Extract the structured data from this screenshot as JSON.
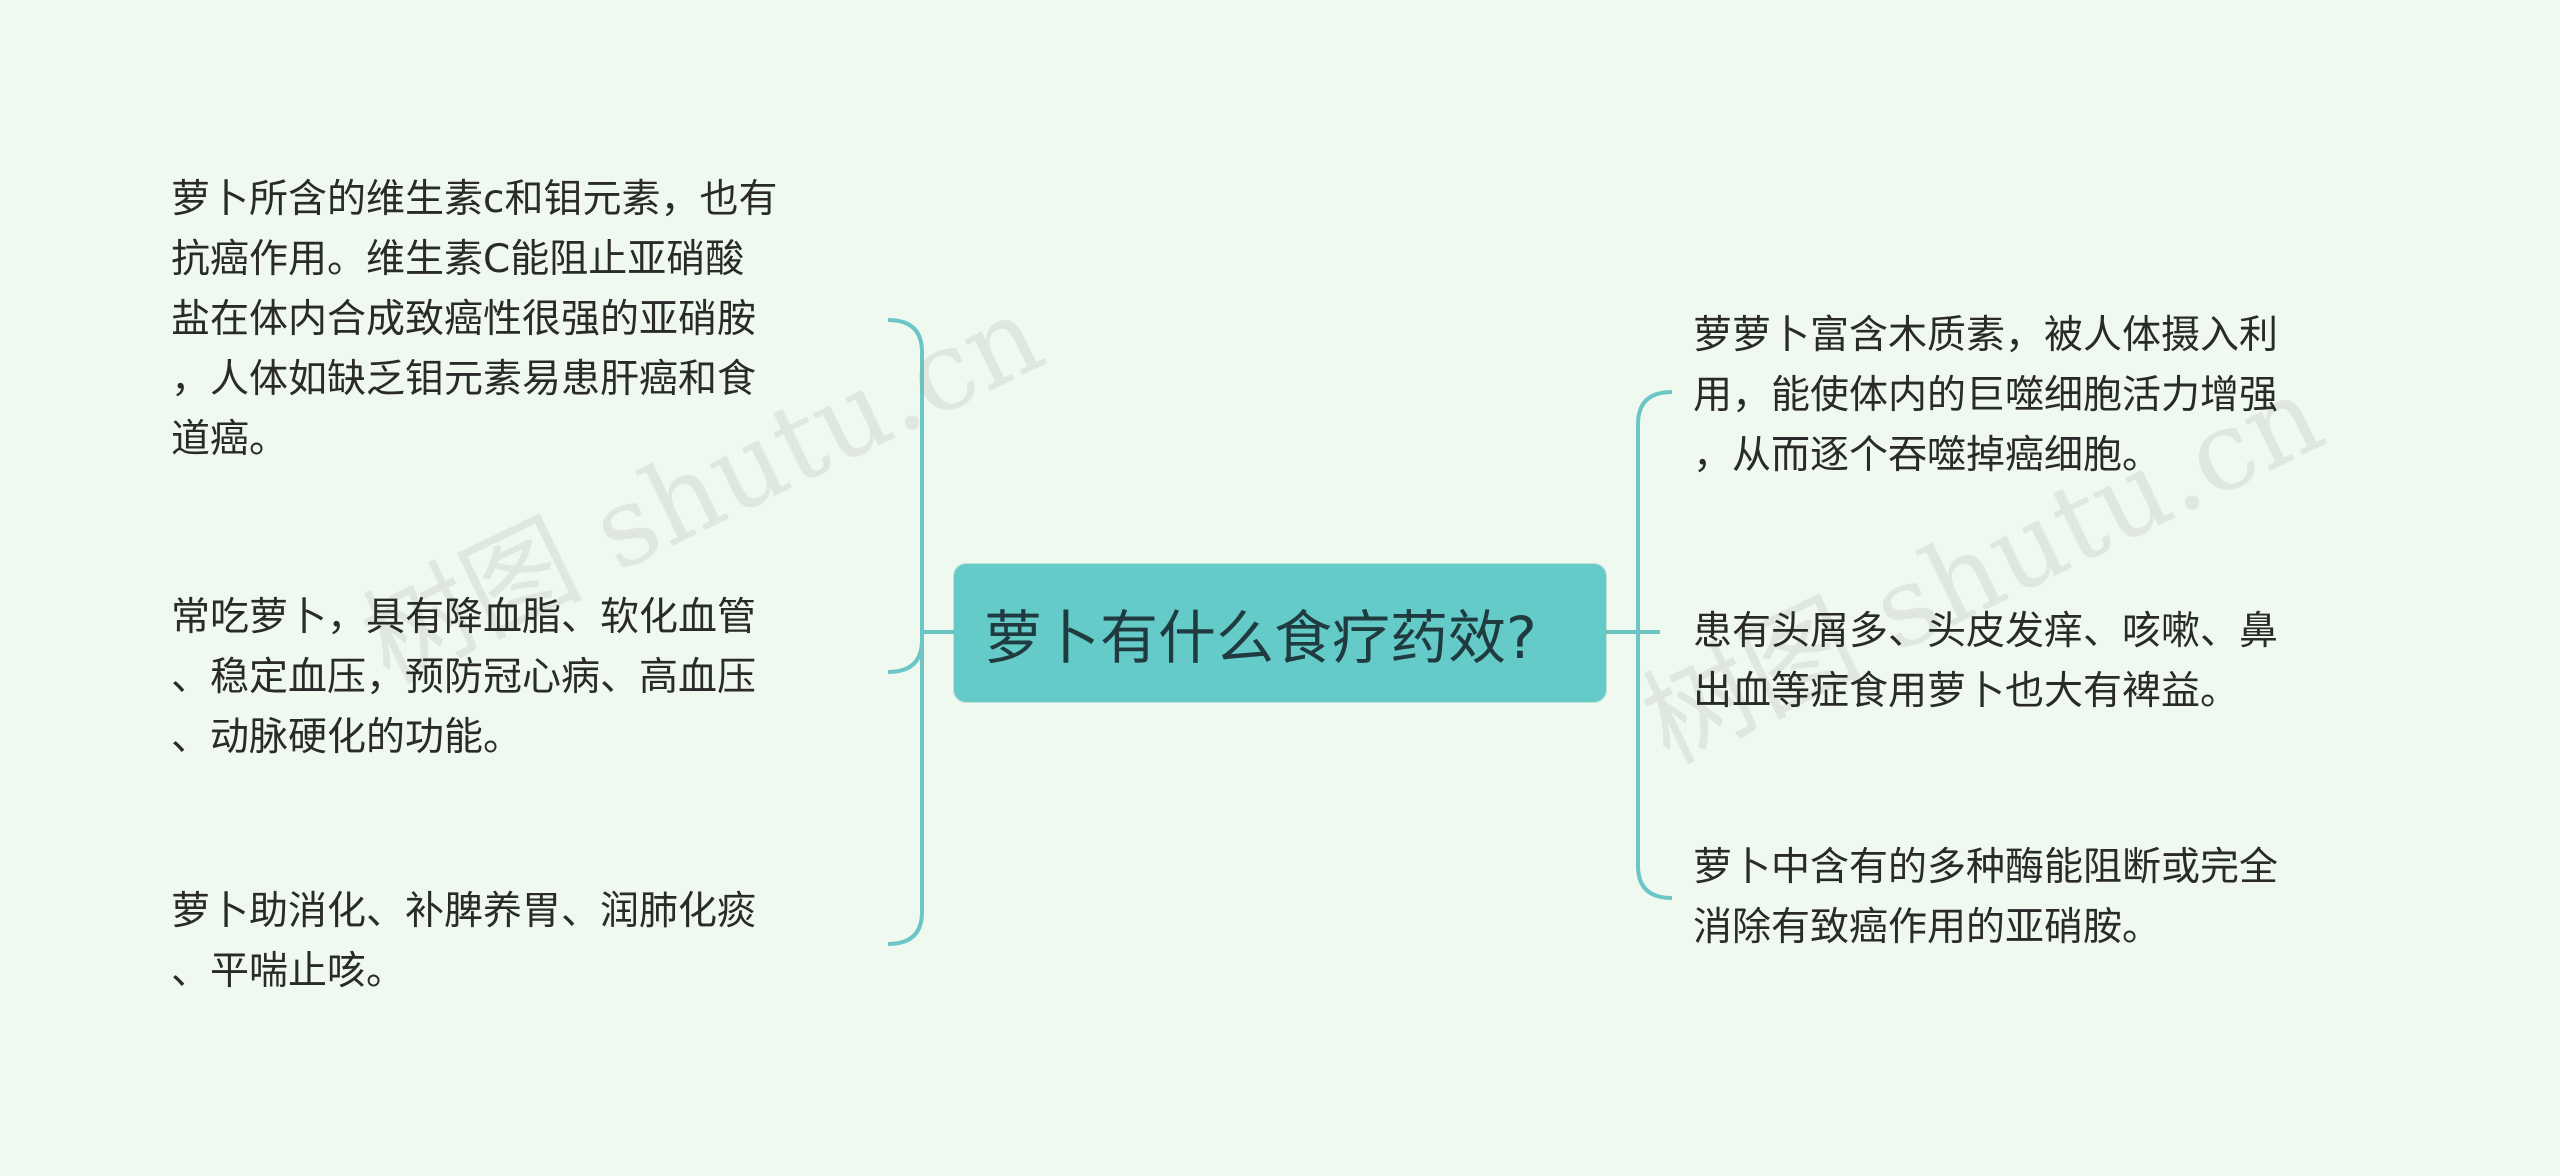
{
  "center": {
    "label": "萝卜有什么食疗药效?"
  },
  "left_items": [
    {
      "text": "萝卜所含的维生素c和钼元素，也有\n抗癌作用。维生素C能阻止亚硝酸\n盐在体内合成致癌性很强的亚硝胺\n，人体如缺乏钼元素易患肝癌和食\n道癌。"
    },
    {
      "text": "常吃萝卜，具有降血脂、软化血管\n、稳定血压，预防冠心病、高血压\n、动脉硬化的功能。"
    },
    {
      "text": "萝卜助消化、补脾养胃、润肺化痰\n、平喘止咳。"
    }
  ],
  "right_items": [
    {
      "text": "萝萝卜富含木质素，被人体摄入利\n用，能使体内的巨噬细胞活力增强\n，从而逐个吞噬掉癌细胞。"
    },
    {
      "text": "患有头屑多、头皮发痒、咳嗽、鼻\n出血等症食用萝卜也大有裨益。"
    },
    {
      "text": "萝卜中含有的多种酶能阻断或完全\n消除有致癌作用的亚硝胺。"
    }
  ],
  "watermarks": [
    "树图 shutu.cn",
    "树图 shutu.cn"
  ],
  "colors": {
    "background": "#eff9ef",
    "center_fill": "#64cbc9",
    "connector": "#6cc6c4"
  }
}
